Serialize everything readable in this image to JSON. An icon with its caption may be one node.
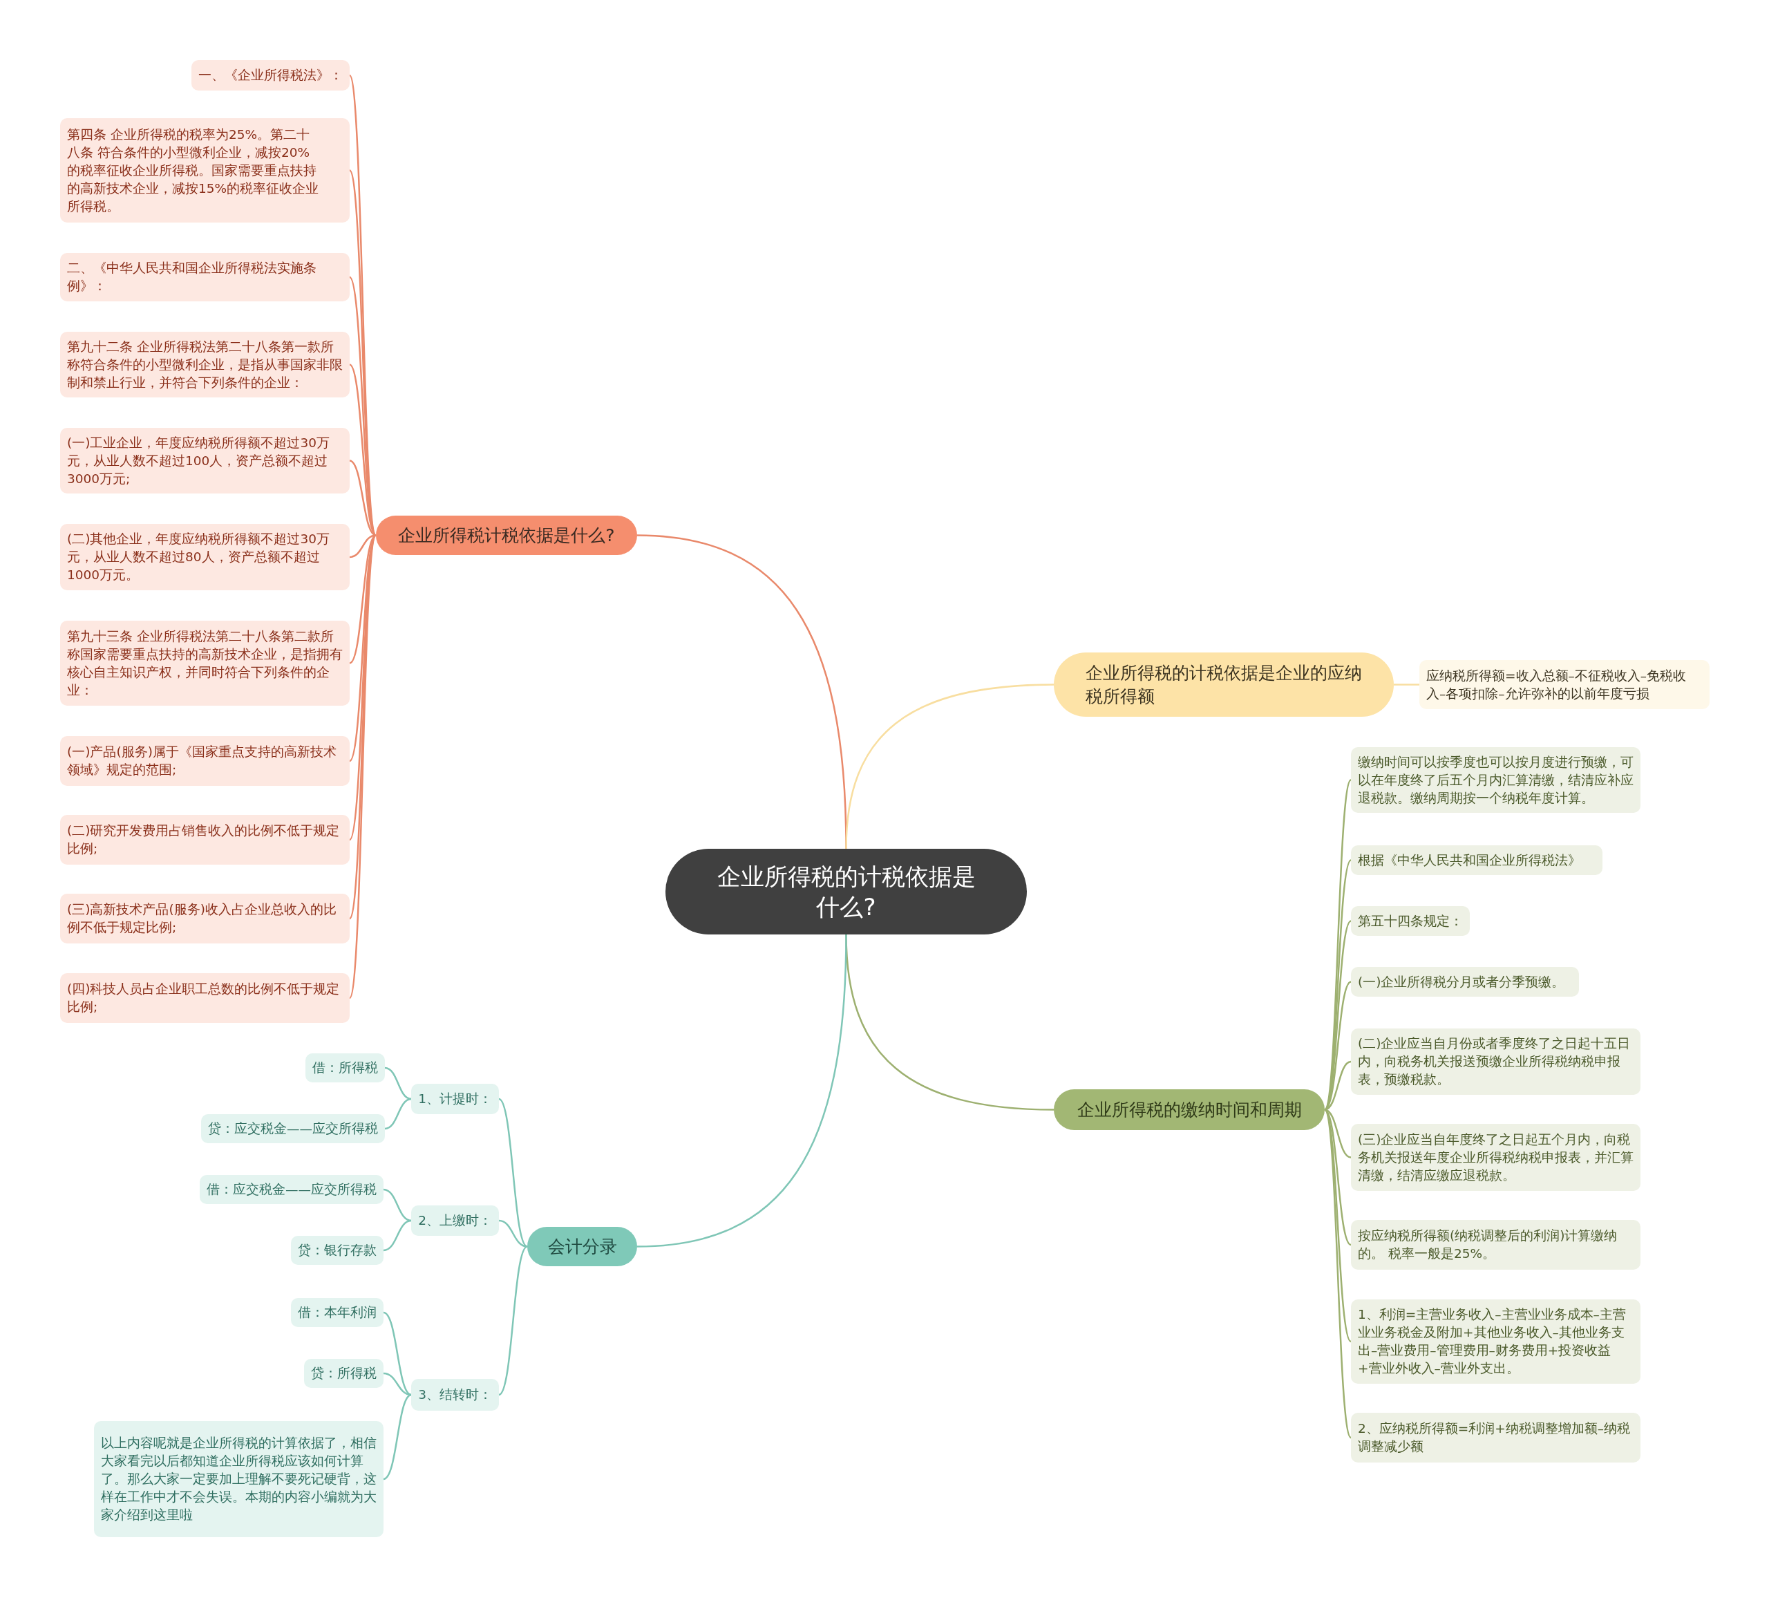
{
  "diagram": {
    "nodes": [
      {
        "text": [
          "企业所得税的计税依据是什么?"
        ]
      },
      {
        "text": [
          "企业所得税计税依据是什么?"
        ]
      },
      {
        "text": [
          "一、《企业所得税法》："
        ]
      },
      {
        "text": [
          "第四条 企业所得税的税率为25%。第二十八条 符合条件的小型微利企业，减按20%的税率征收企业所得税。国家需要重点扶持的高新技术企业，减按15%的税率征收企业所得税。"
        ]
      },
      {
        "text": [
          "二、《中华人民共和国企业所得税法实施条例》："
        ]
      },
      {
        "text": [
          "第九十二条 企业所得税法第二十八条第一款所称符合条件的小型微利企业，是指从事国家非限制和禁止行业，并符合下列条件的企业："
        ]
      },
      {
        "text": [
          "(一)工业企业，年度应纳税所得额不超过30万元，从业人数不超过100人，资产总额不超过3000万元;"
        ]
      },
      {
        "text": [
          "(二)其他企业，年度应纳税所得额不超过30万元，从业人数不超过80人，资产总额不超过1000万元。"
        ]
      },
      {
        "text": [
          "第九十三条 企业所得税法第二十八条第二款所称国家需要重点扶持的高新技术企业，是指拥有核心自主知识产权，并同时符合下列条件的企业："
        ]
      },
      {
        "text": [
          "(一)产品(服务)属于《国家重点支持的高新技术领域》规定的范围;"
        ]
      },
      {
        "text": [
          "(二)研究开发费用占销售收入的比例不低于规定比例;"
        ]
      },
      {
        "text": [
          "(三)高新技术产品(服务)收入占企业总收入的比例不低于规定比例;"
        ]
      },
      {
        "text": [
          "(四)科技人员占企业职工总数的比例不低于规定比例;"
        ]
      },
      {
        "text": [
          "企业所得税的计税依据是企业的应纳税所得额"
        ]
      },
      {
        "text": [
          "应纳税所得额=收入总额–不征税收入–免税收入–各项扣除–允许弥补的以前年度亏损"
        ]
      },
      {
        "text": [
          "企业所得税的缴纳时间和周期"
        ]
      },
      {
        "text": [
          "缴纳时间可以按季度也可以按月度进行预缴，可以在年度终了后五个月内汇算清缴，结清应补应退税款。缴纳周期按一个纳税年度计算。"
        ]
      },
      {
        "text": [
          "根据《中华人民共和国企业所得税法》"
        ]
      },
      {
        "text": [
          "第五十四条规定："
        ]
      },
      {
        "text": [
          "(一)企业所得税分月或者分季预缴。"
        ]
      },
      {
        "text": [
          "(二)企业应当自月份或者季度终了之日起十五日内，向税务机关报送预缴企业所得税纳税申报表，预缴税款。"
        ]
      },
      {
        "text": [
          "(三)企业应当自年度终了之日起五个月内，向税务机关报送年度企业所得税纳税申报表，并汇算清缴，结清应缴应退税款。"
        ]
      },
      {
        "text": [
          "按应纳税所得额(纳税调整后的利润)计算缴纳的。 税率一般是25%。"
        ]
      },
      {
        "text": [
          "1、利润=主营业务收入–主营业业务成本–主营业业务税金及附加+其他业务收入–其他业务支出–营业费用–管理费用–财务费用+投资收益+营业外收入–营业外支出。"
        ]
      },
      {
        "text": [
          "2、应纳税所得额=利润+纳税调整增加额–纳税调整减少额"
        ]
      },
      {
        "text": [
          "会计分录"
        ]
      },
      {
        "text": [
          "1、计提时："
        ]
      },
      {
        "text": [
          "借：所得税"
        ]
      },
      {
        "text": [
          "贷：应交税金——应交所得税"
        ]
      },
      {
        "text": [
          "2、上缴时："
        ]
      },
      {
        "text": [
          "借：应交税金——应交所得税"
        ]
      },
      {
        "text": [
          "贷：银行存款"
        ]
      },
      {
        "text": [
          "3、结转时："
        ]
      },
      {
        "text": [
          "借：本年利润"
        ]
      },
      {
        "text": [
          "贷：所得税"
        ]
      },
      {
        "text": [
          "以上内容呢就是企业所得税的计算依据了，相信大家看完以后都知道企业所得税应该如何计算了。那么大家一定要加上理解不要死记硬背，这样在工作中才不会失误。本期的内容小编就为大家介绍到这里啦"
        ]
      }
    ],
    "edges": [
      {
        "from": 0,
        "to": 1,
        "arrow": "none",
        "color": "#e9896b"
      },
      {
        "from": 1,
        "to": 2,
        "arrow": "none",
        "color": "#e9896b"
      },
      {
        "from": 1,
        "to": 3,
        "arrow": "none",
        "color": "#e9896b"
      },
      {
        "from": 1,
        "to": 4,
        "arrow": "none",
        "color": "#e9896b"
      },
      {
        "from": 1,
        "to": 5,
        "arrow": "none",
        "color": "#e9896b"
      },
      {
        "from": 1,
        "to": 6,
        "arrow": "none",
        "color": "#e9896b"
      },
      {
        "from": 1,
        "to": 7,
        "arrow": "none",
        "color": "#e9896b"
      },
      {
        "from": 1,
        "to": 8,
        "arrow": "none",
        "color": "#e9896b"
      },
      {
        "from": 1,
        "to": 9,
        "arrow": "none",
        "color": "#e9896b"
      },
      {
        "from": 1,
        "to": 10,
        "arrow": "none",
        "color": "#e9896b"
      },
      {
        "from": 1,
        "to": 11,
        "arrow": "none",
        "color": "#e9896b"
      },
      {
        "from": 1,
        "to": 12,
        "arrow": "none",
        "color": "#e9896b"
      },
      {
        "from": 0,
        "to": 13,
        "arrow": "none",
        "color": "#f8dea0"
      },
      {
        "from": 13,
        "to": 14,
        "arrow": "none",
        "color": "#f8dea0"
      },
      {
        "from": 0,
        "to": 15,
        "arrow": "none",
        "color": "#9db070"
      },
      {
        "from": 15,
        "to": 16,
        "arrow": "none",
        "color": "#9db070"
      },
      {
        "from": 15,
        "to": 17,
        "arrow": "none",
        "color": "#9db070"
      },
      {
        "from": 15,
        "to": 18,
        "arrow": "none",
        "color": "#9db070"
      },
      {
        "from": 15,
        "to": 19,
        "arrow": "none",
        "color": "#9db070"
      },
      {
        "from": 15,
        "to": 20,
        "arrow": "none",
        "color": "#9db070"
      },
      {
        "from": 15,
        "to": 21,
        "arrow": "none",
        "color": "#9db070"
      },
      {
        "from": 15,
        "to": 22,
        "arrow": "none",
        "color": "#9db070"
      },
      {
        "from": 15,
        "to": 23,
        "arrow": "none",
        "color": "#9db070"
      },
      {
        "from": 15,
        "to": 24,
        "arrow": "none",
        "color": "#9db070"
      },
      {
        "from": 0,
        "to": 25,
        "arrow": "none",
        "color": "#7fc6b6"
      },
      {
        "from": 25,
        "to": 26,
        "arrow": "none",
        "color": "#7fc6b6"
      },
      {
        "from": 26,
        "to": 27,
        "arrow": "none",
        "color": "#7fc6b6"
      },
      {
        "from": 26,
        "to": 28,
        "arrow": "none",
        "color": "#7fc6b6"
      },
      {
        "from": 25,
        "to": 29,
        "arrow": "none",
        "color": "#7fc6b6"
      },
      {
        "from": 29,
        "to": 30,
        "arrow": "none",
        "color": "#7fc6b6"
      },
      {
        "from": 29,
        "to": 31,
        "arrow": "none",
        "color": "#7fc6b6"
      },
      {
        "from": 25,
        "to": 32,
        "arrow": "none",
        "color": "#7fc6b6"
      },
      {
        "from": 32,
        "to": 33,
        "arrow": "none",
        "color": "#7fc6b6"
      },
      {
        "from": 32,
        "to": 34,
        "arrow": "none",
        "color": "#7fc6b6"
      },
      {
        "from": 32,
        "to": 35,
        "arrow": "none",
        "color": "#7fc6b6"
      }
    ]
  }
}
